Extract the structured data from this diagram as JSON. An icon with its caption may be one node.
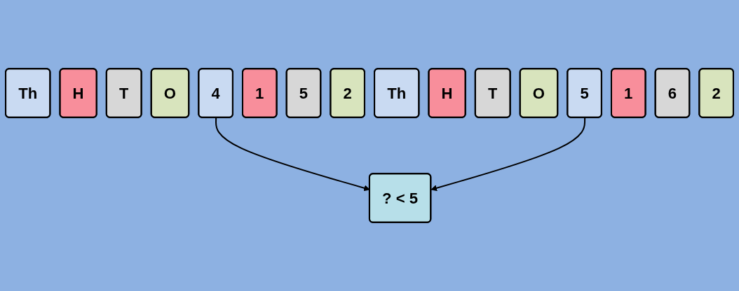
{
  "diagram": {
    "nodes": [
      {
        "text": [
          "Th"
        ]
      },
      {
        "text": [
          "H"
        ]
      },
      {
        "text": [
          "T"
        ]
      },
      {
        "text": [
          "O"
        ]
      },
      {
        "text": [
          "4"
        ]
      },
      {
        "text": [
          "1"
        ]
      },
      {
        "text": [
          "5"
        ]
      },
      {
        "text": [
          "2"
        ]
      },
      {
        "text": [
          "Th"
        ]
      },
      {
        "text": [
          "H"
        ]
      },
      {
        "text": [
          "T"
        ]
      },
      {
        "text": [
          "O"
        ]
      },
      {
        "text": [
          "5"
        ]
      },
      {
        "text": [
          "1"
        ]
      },
      {
        "text": [
          "6"
        ]
      },
      {
        "text": [
          "2"
        ]
      },
      {
        "text": [
          "? < 5"
        ]
      }
    ],
    "edges": [
      {
        "from": 4,
        "to": 16,
        "arrow": "to"
      },
      {
        "from": 12,
        "to": 16,
        "arrow": "to"
      }
    ]
  }
}
